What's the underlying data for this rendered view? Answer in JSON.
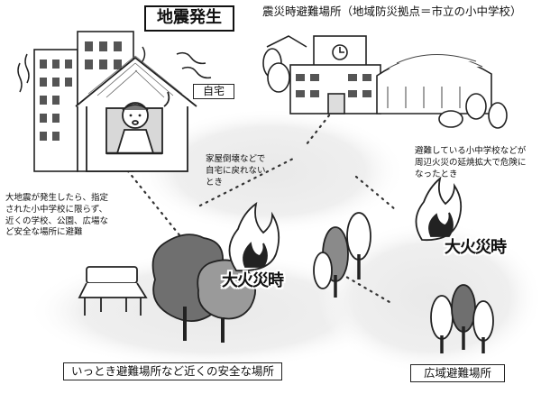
{
  "title_quake": "地震発生",
  "title_shelter": "震災時避難場所（地域防災拠点＝市立の小中学校）",
  "home_label": "自宅",
  "note_evacuate": [
    "大地震が発生したら、指定",
    "された小中学校に限らず、",
    "近くの学校、公園、広場な",
    "ど安全な場所に避難"
  ],
  "note_collapse": [
    "家屋倒壊などで",
    "自宅に戻れない",
    "とき"
  ],
  "note_fire": [
    "避難している小中学校などが",
    "周辺火災の延焼拡大で危険に",
    "なったとき"
  ],
  "fire_label_left": "大火災時",
  "fire_label_right": "大火災時",
  "temporary_shelter": "いっとき避難場所など近くの安全な場所",
  "wide_area_shelter": "広域避難場所"
}
